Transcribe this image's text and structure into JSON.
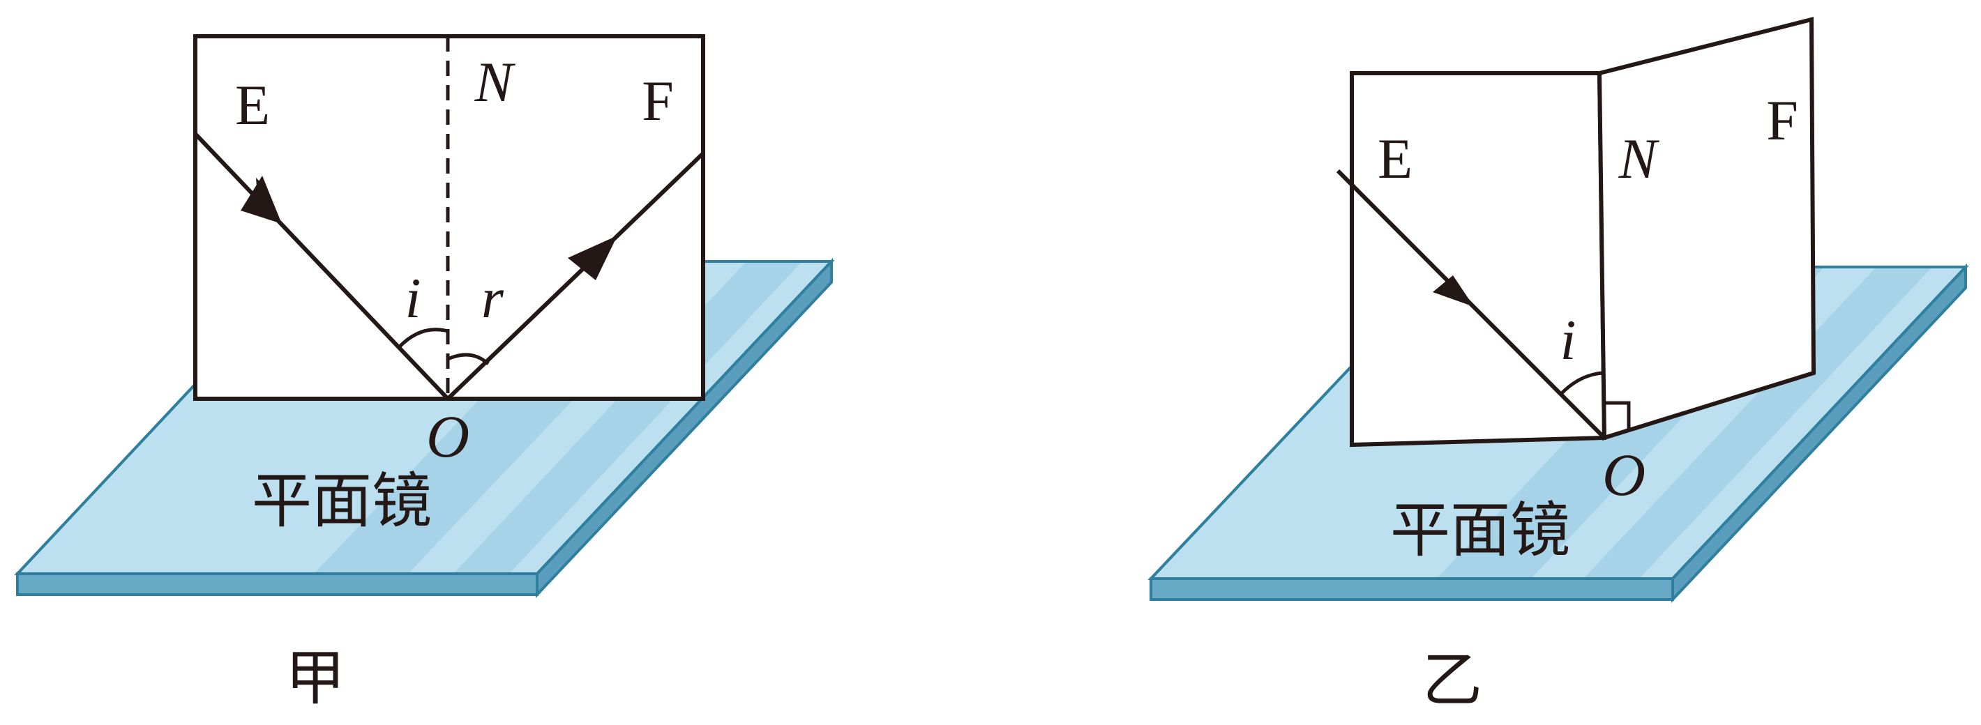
{
  "figure_a": {
    "caption": "甲",
    "mirror_label": "平面镜",
    "board_left_label": "E",
    "board_right_label": "F",
    "normal_label": "N",
    "point_label": "O",
    "incident_angle_label": "i",
    "reflected_angle_label": "r"
  },
  "figure_b": {
    "caption": "乙",
    "mirror_label": "平面镜",
    "board_left_label": "E",
    "board_right_label": "F",
    "normal_label": "N",
    "point_label": "O",
    "incident_angle_label": "i"
  },
  "colors": {
    "mirror_top": "#bde0f0",
    "mirror_stripe": "#a6d3e8",
    "mirror_edge": "#2f7f9e",
    "mirror_side": "#68a9c6",
    "line": "#231815",
    "board": "#ffffff"
  }
}
